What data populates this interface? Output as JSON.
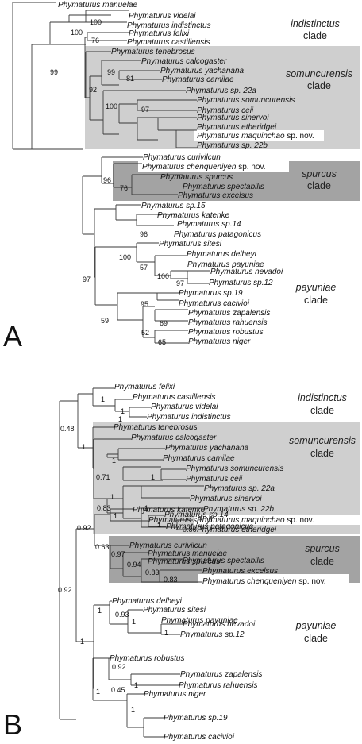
{
  "colors": {
    "background": "#ffffff",
    "branch": "#3a3a3a",
    "clade_light": "#cfcfcf",
    "clade_dark": "#a3a3a3",
    "text": "#111111"
  },
  "panel_a": {
    "letter": "A",
    "taxa": {
      "manuelae": "Phymaturus manuelae",
      "videlai": "Phymaturus videlai",
      "indistinctus": "Phymaturus indistinctus",
      "felixi": "Phymaturus felixi",
      "castillensis": "Phymaturus castillensis",
      "tenebrosus": "Phymaturus tenebrosus",
      "calcogaster": "Phymaturus calcogaster",
      "yachanana": "Phymaturus yachanana",
      "camilae": "Phymaturus camilae",
      "sp22a": "Phymaturus sp. 22a",
      "somuncurensis": "Phymaturus somuncurensis",
      "ceii": "Phymaturus ceii",
      "sinervoi": "Phymaturus sinervoi",
      "etheridgei": "Phymaturus etheridgei",
      "maquinchao_name": "Phymaturus maquinchao",
      "maquinchao_suffix": "sp. nov.",
      "sp22b": "Phymaturus sp. 22b",
      "curivilcun": "Phymaturus curivilcun",
      "chenqueniyen_name": "Phymaturus chenqueniyen",
      "chenqueniyen_suffix": "sp. nov.",
      "spurcus": "Phymaturus spurcus",
      "spectabilis": "Phymaturus spectabilis",
      "excelsus": "Phymaturus excelsus",
      "sp15": "Phymaturus sp.15",
      "katenke": "Phymaturus katenke",
      "sp14": "Phymaturus sp.14",
      "patagonicus": "Phymaturus patagonicus",
      "sitesi": "Phymaturus sitesi",
      "delheyi": "Phymaturus delheyi",
      "payuniae": "Phymaturus payuniae",
      "nevadoi": "Phymaturus nevadoi",
      "sp12": "Phymaturus sp.12",
      "sp19": "Phymaturus sp.19",
      "cacivioi": "Phymaturus cacivioi",
      "zapalensis": "Phymaturus zapalensis",
      "rahuensis": "Phymaturus rahuensis",
      "robustus": "Phymaturus robustus",
      "niger": "Phymaturus niger"
    },
    "support": {
      "s100a": "100",
      "s100b": "100",
      "s76a": "76",
      "s99a": "99",
      "s99b": "99",
      "s81": "81",
      "s92": "92",
      "s100c": "100",
      "s97a": "97",
      "s96a": "96",
      "s76b": "76",
      "s96b": "96",
      "s100d": "100",
      "s57": "57",
      "s100e": "100",
      "s97b": "97",
      "s97c": "97",
      "s95": "95",
      "s69": "69",
      "s52": "52",
      "s59": "59",
      "s65": "65"
    },
    "clades": {
      "indistinctus": "indistinctus",
      "somuncurensis": "somuncurensis",
      "spurcus": "spurcus",
      "payuniae": "payuniae",
      "word": "clade"
    }
  },
  "panel_b": {
    "letter": "B",
    "taxa": {
      "felixi": "Phymaturus felixi",
      "castillensis": "Phymaturus castillensis",
      "videlai": "Phymaturus videlai",
      "indistinctus": "Phymaturus indistinctus",
      "tenebrosus": "Phymaturus tenebrosus",
      "calcogaster": "Phymaturus calcogaster",
      "yachanana": "Phymaturus yachanana",
      "camilae": "Phymaturus camilae",
      "somuncurensis": "Phymaturus somuncurensis",
      "ceii": "Phymaturus ceii",
      "sp22a": "Phymaturus sp. 22a",
      "sinervoi": "Phymaturus sinervoi",
      "sp22b": "Phymaturus sp. 22b",
      "maquinchao_name": "Phymaturus maquinchao",
      "maquinchao_suffix": "sp. nov.",
      "etheridgei": "Phymaturus etheridgei",
      "katenke": "Phymaturus katenke",
      "sp15": "Phymaturus sp.15",
      "sp14": "Phymaturus sp.14",
      "patagonicus": "Phymaturus patagonicus",
      "curivilcun": "Phymaturus curivilcun",
      "manuelae": "Phymaturus manuelae",
      "spurcus": "Phymaturus spurcus",
      "spectabilis": "Phymaturus spectabilis",
      "excelsus": "Phymaturus excelsus",
      "chenqueniyen_name": "Phymaturus chenqueniyen",
      "chenqueniyen_suffix": "sp. nov.",
      "delheyi": "Phymaturus delheyi",
      "sitesi": "Phymaturus sitesi",
      "payuniae": "Phymaturus payuniae",
      "nevadoi": "Phymaturus nevadoi",
      "sp12": "Phymaturus sp.12",
      "robustus": "Phymaturus robustus",
      "zapalensis": "Phymaturus zapalensis",
      "rahuensis": "Phymaturus rahuensis",
      "niger": "Phymaturus niger",
      "sp19": "Phymaturus sp.19",
      "cacivioi": "Phymaturus cacivioi"
    },
    "support": {
      "p048": "0.48",
      "p1a": "1",
      "p1b": "1",
      "p1c": "1",
      "p1d": "1",
      "p071": "0.71",
      "p1e": "1",
      "p1f": "1",
      "p1g": "1",
      "p1h": "1",
      "p086": "0.86",
      "p083a": "0.83",
      "p1i": "1",
      "p1j": "1",
      "p092a": "0.92",
      "p063": "0.63",
      "p097": "0.97",
      "p094": "0.94",
      "p083b": "0.83",
      "p083c": "0.83",
      "p092b": "0.92",
      "p1k": "1",
      "p093": "0.93",
      "p1l": "1",
      "p1m": "1",
      "p092c": "0.92",
      "p1n": "1",
      "p1o": "1",
      "p045": "0.45",
      "p1p": "1",
      "p1q": "1"
    },
    "clades": {
      "indistinctus": "indistinctus",
      "somuncurensis": "somuncurensis",
      "spurcus": "spurcus",
      "payuniae": "payuniae",
      "word": "clade"
    }
  }
}
